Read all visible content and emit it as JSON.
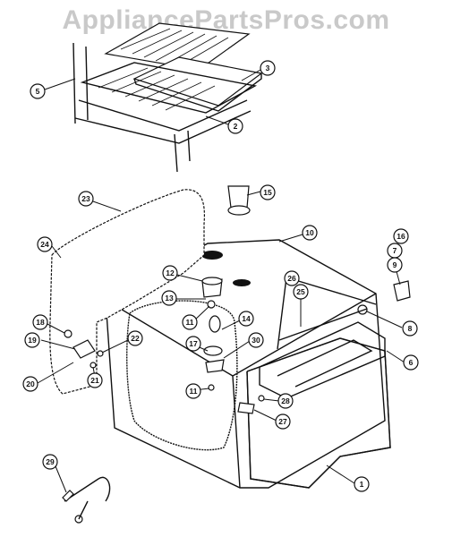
{
  "watermark": "AppliancePartsPros.com",
  "callouts": [
    {
      "id": "c5",
      "label": "5"
    },
    {
      "id": "c3",
      "label": "3"
    },
    {
      "id": "c2",
      "label": "2"
    },
    {
      "id": "c15",
      "label": "15"
    },
    {
      "id": "c23",
      "label": "23"
    },
    {
      "id": "c10",
      "label": "10"
    },
    {
      "id": "c24",
      "label": "24"
    },
    {
      "id": "c16",
      "label": "16"
    },
    {
      "id": "c7",
      "label": "7"
    },
    {
      "id": "c9",
      "label": "9"
    },
    {
      "id": "c12",
      "label": "12"
    },
    {
      "id": "c26",
      "label": "26"
    },
    {
      "id": "c25",
      "label": "25"
    },
    {
      "id": "c13",
      "label": "13"
    },
    {
      "id": "c8",
      "label": "8"
    },
    {
      "id": "c18",
      "label": "18"
    },
    {
      "id": "c11a",
      "label": "11"
    },
    {
      "id": "c14",
      "label": "14"
    },
    {
      "id": "c22",
      "label": "22"
    },
    {
      "id": "c19",
      "label": "19"
    },
    {
      "id": "c17",
      "label": "17"
    },
    {
      "id": "c30",
      "label": "30"
    },
    {
      "id": "c6",
      "label": "6"
    },
    {
      "id": "c20",
      "label": "20"
    },
    {
      "id": "c21",
      "label": "21"
    },
    {
      "id": "c11b",
      "label": "11"
    },
    {
      "id": "c28",
      "label": "28"
    },
    {
      "id": "c27",
      "label": "27"
    },
    {
      "id": "c29",
      "label": "29"
    },
    {
      "id": "c1",
      "label": "1"
    }
  ]
}
